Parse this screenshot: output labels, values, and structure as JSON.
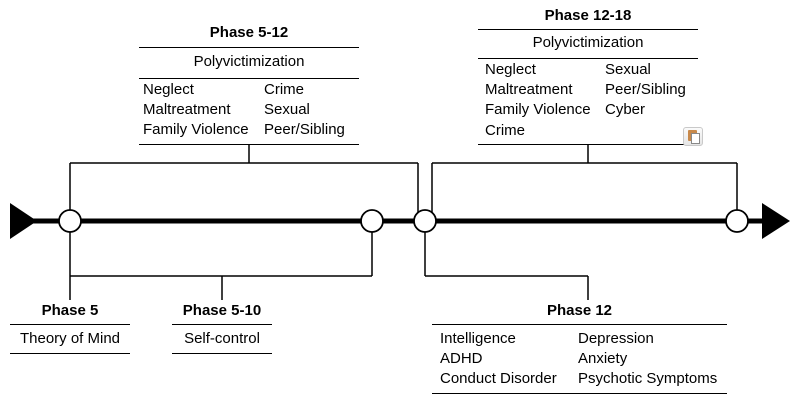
{
  "phase_5_12": {
    "title": "Phase 5-12",
    "subtitle": "Polyvictimization",
    "col1": [
      "Neglect",
      "Maltreatment",
      "Family Violence"
    ],
    "col2": [
      "Crime",
      "Sexual",
      "Peer/Sibling"
    ]
  },
  "phase_12_18": {
    "title": "Phase 12-18",
    "subtitle": "Polyvictimization",
    "col1": [
      "Neglect",
      "Maltreatment",
      "Family Violence",
      "Crime"
    ],
    "col2": [
      "Sexual",
      "Peer/Sibling",
      "Cyber"
    ]
  },
  "phase_5": {
    "title": "Phase 5",
    "items": [
      "Theory of Mind"
    ]
  },
  "phase_5_10": {
    "title": "Phase 5-10",
    "items": [
      "Self-control"
    ]
  },
  "phase_12": {
    "title": "Phase 12",
    "col1": [
      "Intelligence",
      "ADHD",
      "Conduct Disorder"
    ],
    "col2": [
      "Depression",
      "Anxiety",
      "Psychotic Symptoms"
    ]
  },
  "icons": {
    "paste": "paste-options-icon"
  }
}
